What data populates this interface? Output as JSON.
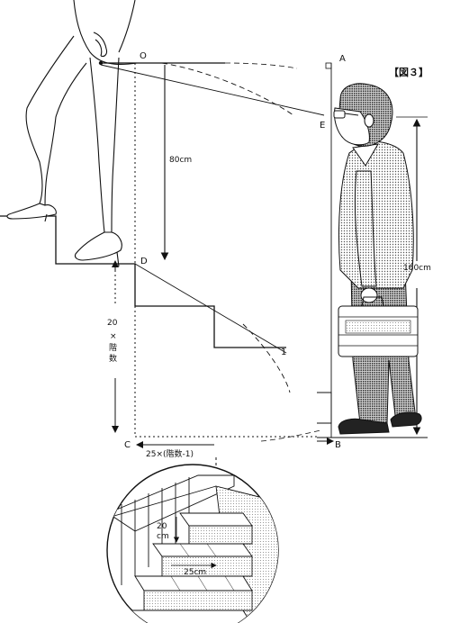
{
  "figure_label": "【図３】",
  "points": {
    "A": "A",
    "B": "B",
    "C": "C",
    "D": "D",
    "E": "E",
    "O": "O",
    "one": "1"
  },
  "measurements": {
    "eye_height": "80cm",
    "person_height": "160cm",
    "riser_total_num": "20",
    "riser_total_op": "×",
    "riser_total_word_1": "階",
    "riser_total_word_2": "数",
    "run_total": "25×(階数-1)",
    "detail_riser": "20",
    "detail_riser_unit": "cm",
    "detail_tread": "25cm"
  },
  "colors": {
    "ink": "#111111",
    "paper": "#ffffff",
    "tone": "#9a9a9a"
  }
}
